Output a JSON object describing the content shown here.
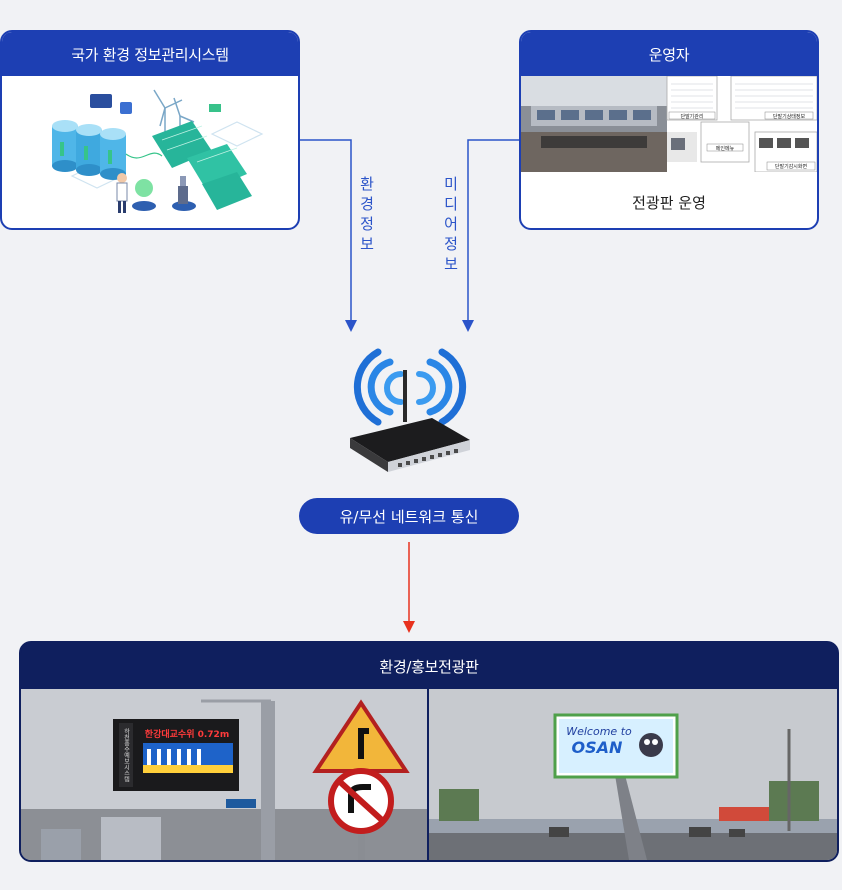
{
  "nems": {
    "title": "국가 환경 정보관리시스템"
  },
  "operator": {
    "title": "운영자",
    "caption": "전광판 운영",
    "screen_labels": [
      "단말기관리",
      "단말기상태정보",
      "메인메뉴",
      "단말기감시화면"
    ]
  },
  "flows": {
    "env_info": "환경정보",
    "media_info": "미디어정보"
  },
  "network": {
    "label": "유/무선 네트워크 통신"
  },
  "billboard": {
    "title": "환경/홍보전광판",
    "left_sign": {
      "headline": "한강대교수위 0.72m",
      "side_text": "하천홍수예보시스템"
    },
    "right_sign": {
      "line1": "Welcome to",
      "line2": "OSAN"
    }
  },
  "colors": {
    "primary": "#1d3fb3",
    "dark": "#0f1f5e",
    "alert_arrow": "#e8321e"
  }
}
